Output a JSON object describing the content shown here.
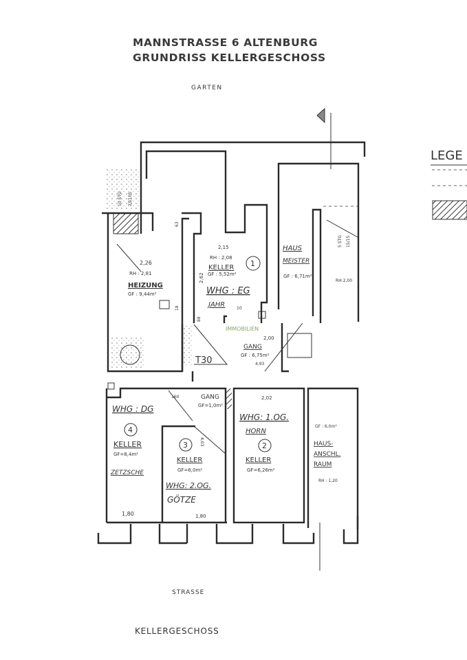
{
  "title": {
    "line1": "MANNSTRASSE 6  ALTENBURG",
    "line2": "GRUNDRISS KELLERGESCHOSS"
  },
  "garden_label": "GARTEN",
  "street_label": "STRASSE",
  "floor_label": "KELLERGESCHOSS",
  "legend": {
    "title": "LEGE"
  },
  "watermark": "IMMOBILIEN",
  "stairs": {
    "left_steps": "10 STG",
    "left_dim": "23/105",
    "right_steps": "5 STG",
    "right_dim": "15/15"
  },
  "rooms": {
    "heizung": {
      "name": "HEIZUNG",
      "height": "2,26",
      "rh": "RH : 2,81",
      "area": "GF : 9,44m²",
      "dim_side": "63",
      "dim_bottom": "18"
    },
    "keller1": {
      "number": "1",
      "name": "KELLER",
      "height": "2,15",
      "rh": "RH : 2,08",
      "area": "GF : 5,52m²",
      "owner": "WHG : EG",
      "tenant": "JAHR",
      "dim_side": "2,62",
      "dim_bottom": "10",
      "dim_corner": "88"
    },
    "hausmeister": {
      "name_line1": "HAUS",
      "name_line2": "MEISTER",
      "area": "GF : 6,71m²",
      "rh": "RH:2,00"
    },
    "gang1": {
      "name": "GANG",
      "height": "2,00",
      "area": "GF : 6,75m²",
      "dim": "4,93",
      "door": "T30"
    },
    "gang2": {
      "name": "GANG",
      "area": "GF=1,0m²",
      "dim": "160"
    },
    "keller4": {
      "number": "4",
      "name": "KELLER",
      "area": "GF=8,4m²",
      "owner": "WHG : DG",
      "tenant": "ZETZSCHE",
      "dim": "1,80"
    },
    "keller3": {
      "number": "3",
      "name": "KELLER",
      "area": "GF=6,0m²",
      "owner": "WHG: 2.OG.",
      "tenant": "GÖTZE",
      "dim": "1,80",
      "dim_side": "4,03"
    },
    "keller2": {
      "number": "2",
      "name": "KELLER",
      "area": "GF=6,26m²",
      "owner": "WHG: 1.OG.",
      "tenant": "HORN",
      "dim": "2,02"
    },
    "hausanschluss": {
      "name_line1": "HAUS-",
      "name_line2": "ANSCHL.",
      "name_line3": "RAUM",
      "area": "GF : 6,0m²",
      "rh": "RH : 1,20"
    }
  }
}
